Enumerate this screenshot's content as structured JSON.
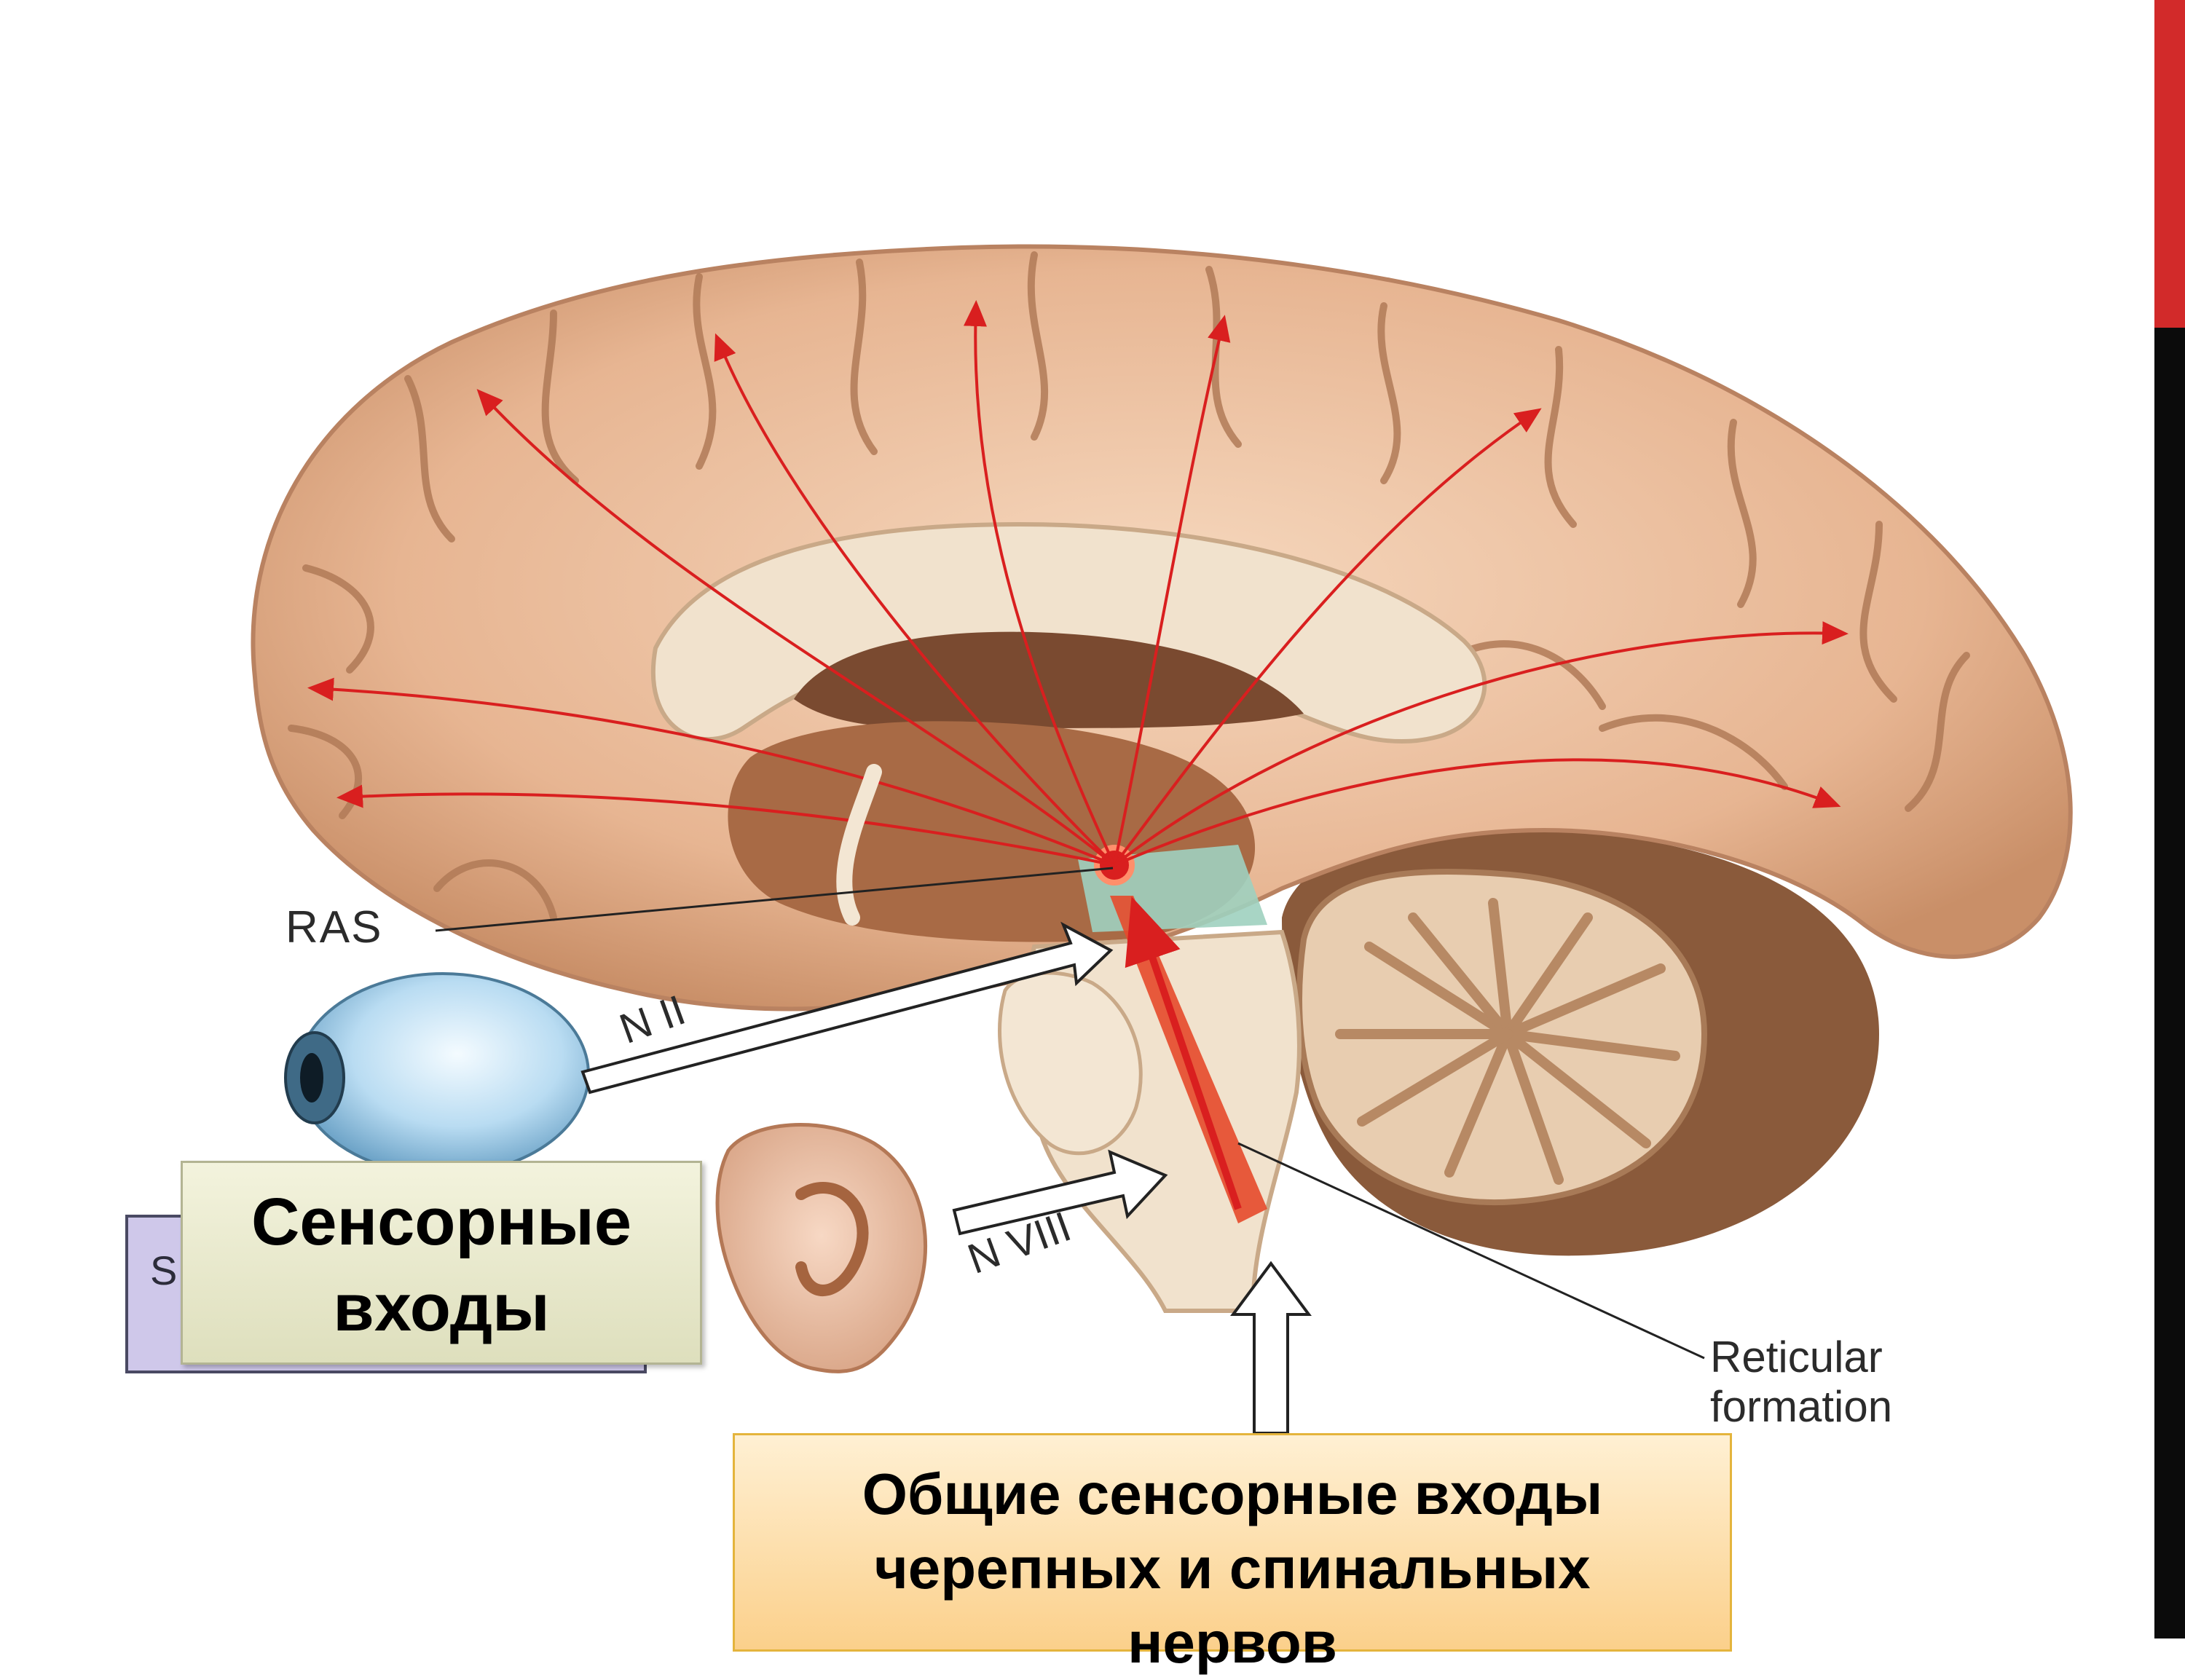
{
  "labels": {
    "ras": "RAS",
    "n2": "N II",
    "n8": "N VIII",
    "reticular_line1": "Reticular",
    "reticular_line2": "formation"
  },
  "boxes": {
    "hidden_box_fragment": "S",
    "sensory_line1": "Сенсорные",
    "sensory_line2": "входы",
    "general_line1": "Общие сенсорные входы",
    "general_line2": "черепных и спинальных",
    "general_line3": "нервов"
  },
  "colors": {
    "cortex": "#e8b896",
    "arrow_red": "#d91f1f",
    "slide_accent_red": "#d22a2a",
    "slide_accent_black": "#0b0b0b"
  }
}
